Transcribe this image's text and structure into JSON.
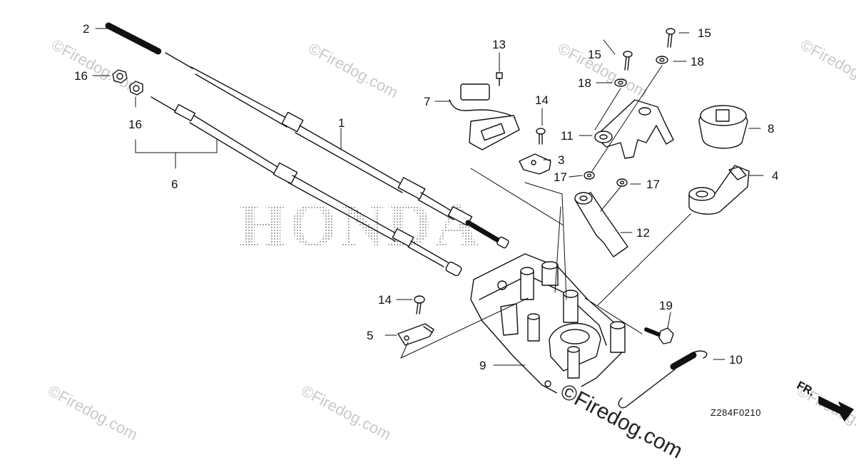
{
  "brand_watermark": "HONDA",
  "site_watermark": "©Firedog.com",
  "drawing_code": "Z284F0210",
  "fr_label": "FR.",
  "callouts": {
    "c1": "1",
    "c2": "2",
    "c3": "3",
    "c4": "4",
    "c5": "5",
    "c6": "6",
    "c7": "7",
    "c8": "8",
    "c9": "9",
    "c10": "10",
    "c11": "11",
    "c12": "12",
    "c13": "13",
    "c14a": "14",
    "c14b": "14",
    "c15a": "15",
    "c15b": "15",
    "c16a": "16",
    "c16b": "16",
    "c17a": "17",
    "c17b": "17",
    "c18a": "18",
    "c18b": "18",
    "c19": "19"
  },
  "colors": {
    "line": "#111111",
    "watermark": "#c9c9c9",
    "honda_dots": "#9a9a9a"
  }
}
